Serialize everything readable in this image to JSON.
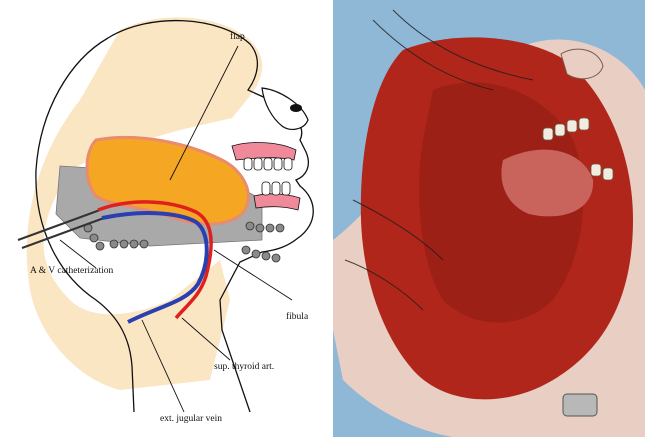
{
  "diagram": {
    "labels": {
      "flap": "flap",
      "av_catheterization": "A & V catheterization",
      "fibula": "fibula",
      "sup_thyroid_art": "sup. thyroid art.",
      "ext_jugular_vein": "ext. jugular vein"
    },
    "colors": {
      "flap": "#f5a623",
      "flap_edge": "#e88b6e",
      "fibula": "#a9a9a9",
      "artery": "#e0201c",
      "vein": "#2a3fb0",
      "skin": "#fbe6c3",
      "gum": "#f08a9a"
    }
  },
  "photo": {
    "content": "intraoperative photograph",
    "colors": {
      "drape": "#8fb7d6",
      "tissue": "#b0261b",
      "skin": "#e9cfc3"
    }
  }
}
